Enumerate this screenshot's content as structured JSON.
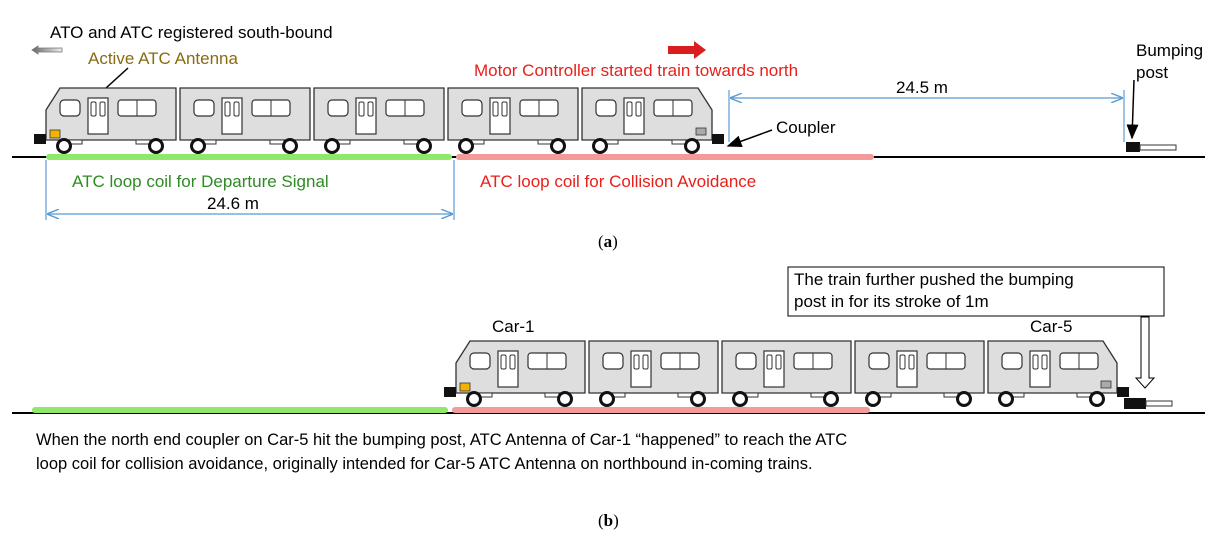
{
  "panel_a": {
    "label_ato_atc": "ATO and ATC registered south-bound",
    "label_active_antenna": "Active ATC Antenna",
    "label_motor_controller": "Motor Controller started train towards north",
    "label_distance_north": "24.5 m",
    "label_bumping_post_line1": "Bumping",
    "label_bumping_post_line2": "post",
    "label_coupler": "Coupler",
    "label_loop_departure": "ATC loop coil for Departure Signal",
    "label_loop_collision": "ATC loop coil for Collision Avoidance",
    "label_distance_south": "24.6 m",
    "caption_open": "(",
    "caption_letter": "a",
    "caption_close": ")"
  },
  "panel_b": {
    "callout_line1": "The train further pushed the bumping",
    "callout_line2": "post in for its stroke of 1m",
    "label_car1": "Car-1",
    "label_car5": "Car-5",
    "description_line1": "When the north end coupler on Car-5 hit the bumping post, ATC Antenna of Car-1 “happened” to reach the ATC",
    "description_line2": "loop coil for collision avoidance, originally intended for Car-5 ATC Antenna on northbound in-coming trains.",
    "caption_open": "(",
    "caption_letter": "b",
    "caption_close": ")"
  },
  "colors": {
    "green_text": "#2e8b22",
    "red_text": "#e8201a",
    "olive_text": "#8a6a10",
    "green_coil": "#8fe86a",
    "red_coil": "#f59a9a",
    "dimension": "#5b9bd5",
    "car_body": "#dedede",
    "antenna": "#f2b400"
  }
}
